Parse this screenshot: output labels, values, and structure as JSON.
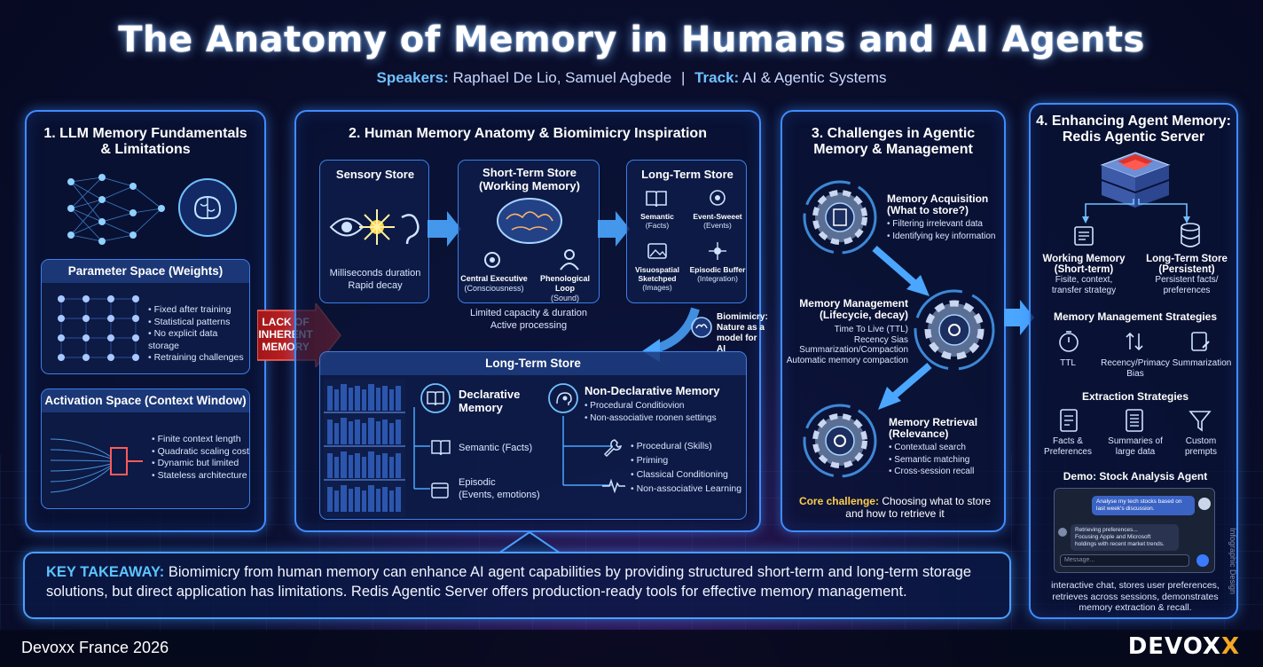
{
  "header": {
    "title": "The Anatomy of Memory in Humans and AI Agents",
    "speakers_label": "Speakers:",
    "speakers": "Raphael De Lio, Samuel Agbede",
    "separator": "|",
    "track_label": "Track:",
    "track": "AI & Agentic Systems"
  },
  "section1": {
    "title_line1": "1. LLM Memory Fundamentals",
    "title_line2": "& Limitations",
    "param": {
      "title": "Parameter Space (Weights)",
      "bullets": [
        "Fixed after training",
        "Statistical patterns",
        "No explicit data storage",
        "Retraining challenges"
      ]
    },
    "activation": {
      "title": "Activation Space (Context Window)",
      "bullets": [
        "Finite context length",
        "Quadratic scaling cost",
        "Dynamic but limited",
        "Stateless architecture"
      ]
    },
    "lack_line1": "LACK OF",
    "lack_line2": "INHERENT",
    "lack_line3": "MEMORY"
  },
  "section2": {
    "title": "2. Human Memory Anatomy & Biomimicry Inspiration",
    "sensory": {
      "title": "Sensory Store",
      "line1": "Milliseconds duration",
      "line2": "Rapid decay"
    },
    "short": {
      "title_line1": "Short-Term Store",
      "title_line2": "(Working Memory)",
      "ce_line1": "Central Executive",
      "ce_line2": "(Consciousness)",
      "pl_line1": "Phenological Loop",
      "pl_line2": "(Sound)",
      "cap1": "Limited capacity & duration",
      "cap2": "Active processing"
    },
    "long_top": {
      "title": "Long-Term Store",
      "semantic_line1": "Semantic",
      "semantic_line2": "(Facts)",
      "event_line1": "Event-Sweeet",
      "event_line2": "(Events)",
      "visuo_line1": "Visuospatial",
      "visuo_line2": "Sketchped",
      "visuo_line3": "(Images)",
      "episodic_line1": "Episodic Buffer",
      "episodic_line2": "(Integration)"
    },
    "biomimicry_line1": "Biomimicry:",
    "biomimicry_line2": "Nature as a",
    "biomimicry_line3": "model for AI",
    "long_bottom": {
      "title": "Long-Term Store",
      "declarative_line1": "Declarative",
      "declarative_line2": "Memory",
      "semantic": "Semantic (Facts)",
      "episodic_line1": "Episodic",
      "episodic_line2": "(Events, emotions)",
      "nondecl_title": "Non-Declarative Memory",
      "nondecl_bullets": [
        "Procedural Conditiovion",
        "Non-associative roonen settings"
      ],
      "nondecl_items": [
        "Procedural (Skills)",
        "Priming",
        "Classical Conditioning",
        "Non-associative Learning"
      ]
    }
  },
  "section3": {
    "title_line1": "3. Challenges in Agentic",
    "title_line2": "Memory & Management",
    "acq": {
      "title_line1": "Memory Acquisition",
      "title_line2": "(What to store?)",
      "bullets": [
        "Filtering irrelevant data",
        "Identifying key information"
      ]
    },
    "mgmt": {
      "title_line1": "Memory Management",
      "title_line2": "(Lifecycie, decay)",
      "lines": [
        "Time To Live (TTL)",
        "Recency Sias",
        "Summarization/Compaction",
        "Automatic memory compaction"
      ]
    },
    "ret": {
      "title_line1": "Memory Retrieval",
      "title_line2": "(Relevance)",
      "bullets": [
        "Contextual search",
        "Semantic matching",
        "Cross-session recall"
      ]
    },
    "core_label": "Core challenge:",
    "core_text1": "Choosing what to store",
    "core_text2": "and how to retrieve it"
  },
  "section4": {
    "title_line1": "4. Enhancing Agent Memory:",
    "title_line2": "Redis Agentic Server",
    "working": {
      "title_line1": "Working Memory",
      "title_line2": "(Short-term)",
      "desc_line1": "Fisite, context,",
      "desc_line2": "transfer strategy"
    },
    "longterm": {
      "title_line1": "Long-Term Store",
      "title_line2": "(Persistent)",
      "desc_line1": "Persistent facts/",
      "desc_line2": "preferences"
    },
    "mms_title": "Memory Management Strategies",
    "mms": [
      "TTL",
      "Recency/Primacy",
      "Bias",
      "Summarization"
    ],
    "ext_title": "Extraction Strategies",
    "ext": [
      {
        "line1": "Facts &",
        "line2": "Preferences"
      },
      {
        "line1": "Summaries of",
        "line2": "large data"
      },
      {
        "line1": "Custom",
        "line2": "prempts"
      }
    ],
    "demo_title": "Demo: Stock Analysis Agent",
    "chat_user_line1": "Analyse my tech stocks based on",
    "chat_user_line2": "last week's discussion.",
    "chat_bot_line1": "Retrieving preferences...",
    "chat_bot_line2": "Focusing Apple and Microsoft",
    "chat_bot_line3": "holdings with recent market trends.",
    "chat_placeholder": "Message...",
    "demo_desc_line1": "interactive chat, stores user preferences,",
    "demo_desc_line2": "retrieves across sessions, demonstrates",
    "demo_desc_line3": "memory extraction & recall."
  },
  "takeaway": {
    "label": "KEY TAKEAWAY:",
    "text": "Biomimicry from human memory can enhance AI agent capabilities by providing structured short-term and long-term storage solutions, but direct application has limitations. Redis Agentic Server offers production-ready tools for effective memory management."
  },
  "footer": {
    "event": "Devoxx France 2026",
    "brand_main": "DEVOX",
    "brand_x": "X",
    "credit": "Infographic Design"
  }
}
